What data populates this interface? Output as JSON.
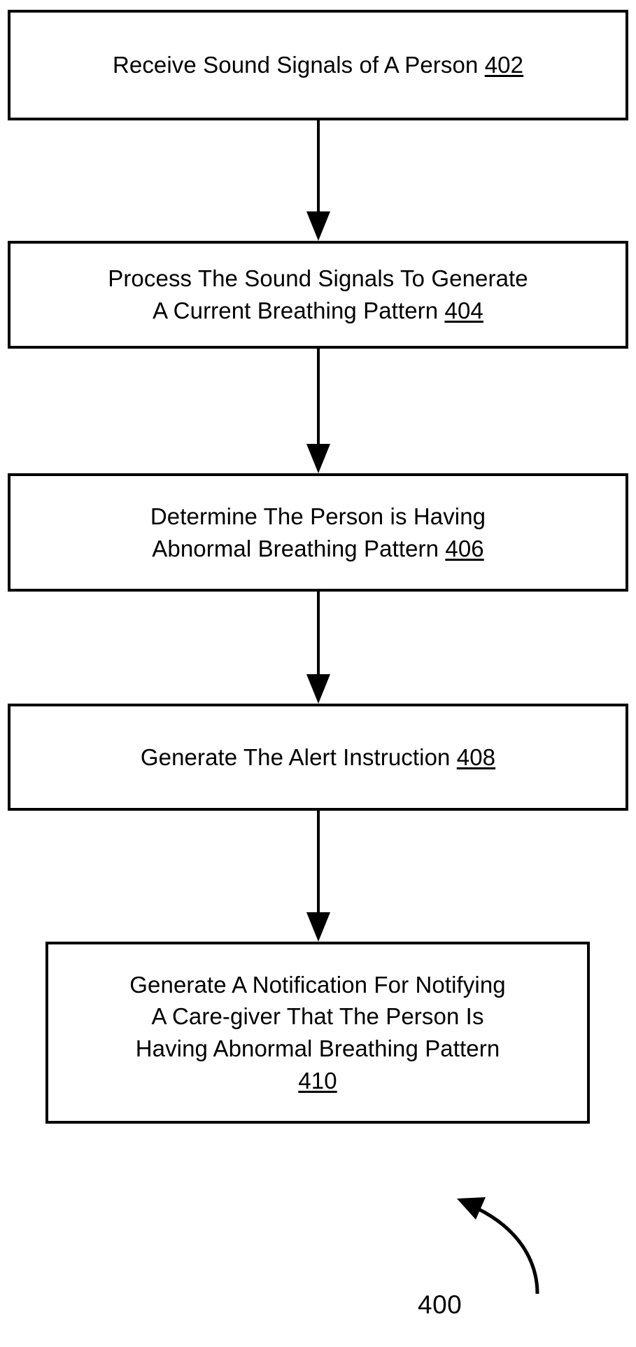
{
  "figure": {
    "label": "400",
    "type": "patent-flowchart",
    "orientation": "vertical-top-to-bottom"
  },
  "colors": {
    "stroke": "#000000",
    "background": "#ffffff",
    "text": "#000000"
  },
  "steps": [
    {
      "id": "step-402",
      "ref": "402",
      "text": "Receive Sound Signals of A Person ",
      "full_text": "Receive Sound Signals of A Person 402",
      "lines": [
        "Receive Sound Signals of A Person 402"
      ]
    },
    {
      "id": "step-404",
      "ref": "404",
      "text": "Process The Sound Signals To Generate\nA Current Breathing Pattern ",
      "full_text": "Process The Sound Signals To Generate A Current Breathing Pattern 404",
      "lines": [
        "Process The Sound Signals To Generate",
        "A Current Breathing Pattern 404"
      ]
    },
    {
      "id": "step-406",
      "ref": "406",
      "text": "Determine The Person is Having\nAbnormal Breathing Pattern ",
      "full_text": "Determine The Person is Having Abnormal Breathing Pattern 406",
      "lines": [
        "Determine The Person is Having",
        "Abnormal Breathing Pattern 406"
      ]
    },
    {
      "id": "step-408",
      "ref": "408",
      "text": "Generate The Alert Instruction ",
      "full_text": "Generate The Alert Instruction 408",
      "lines": [
        "Generate The Alert Instruction 408"
      ]
    },
    {
      "id": "step-410",
      "ref": "410",
      "text": "Generate A Notification For Notifying\nA Care-giver That The Person Is\nHaving Abnormal Breathing Pattern\n",
      "full_text": "Generate A Notification For Notifying A Care-giver That The Person Is Having Abnormal Breathing Pattern 410",
      "lines": [
        "Generate A Notification For Notifying",
        "A Care-giver That The Person Is",
        "Having Abnormal Breathing Pattern",
        "410"
      ]
    }
  ],
  "connectors": [
    {
      "id": "connector-402-404",
      "from": "step-402",
      "to": "step-404"
    },
    {
      "id": "connector-404-406",
      "from": "step-404",
      "to": "step-406"
    },
    {
      "id": "connector-406-408",
      "from": "step-406",
      "to": "step-408"
    },
    {
      "id": "connector-408-410",
      "from": "step-408",
      "to": "step-410"
    }
  ]
}
